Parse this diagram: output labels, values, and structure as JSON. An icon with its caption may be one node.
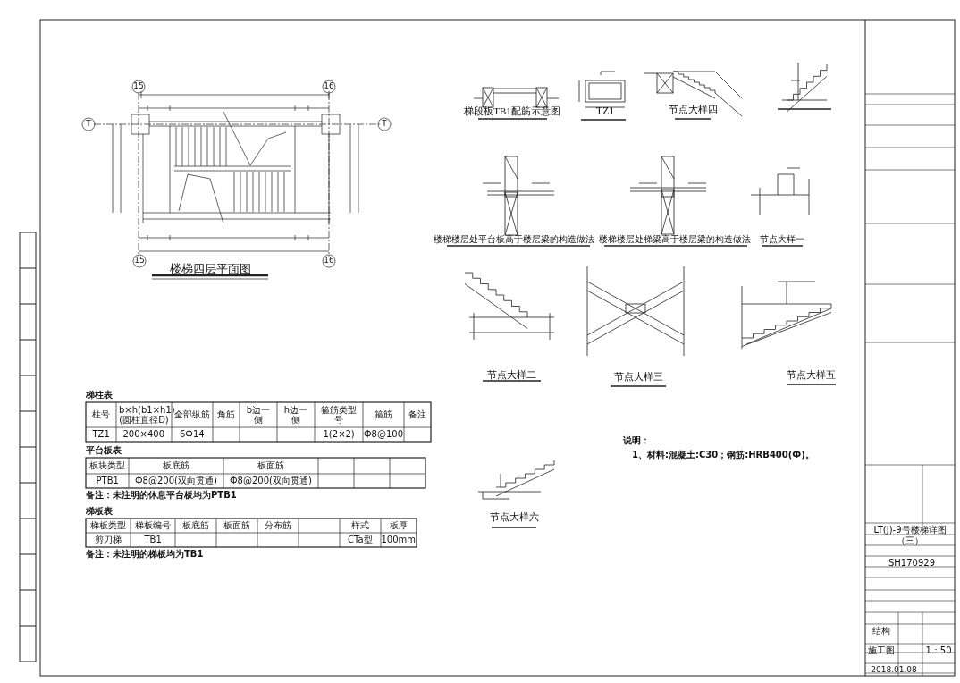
{
  "diagram": {
    "labels": [
      "15",
      "16",
      "T",
      "T",
      "15",
      "16",
      "楼梯四层平面图",
      "梯段板TB1配筋示意图",
      "TZ1",
      "节点大样四",
      "楼梯楼层处平台板高于楼层梁的构造做法",
      "楼梯楼层处梯梁高于楼层梁的构造做法",
      "节点大样一",
      "节点大样二",
      "节点大样三",
      "节点大样五",
      "节点大样六",
      "说明：",
      "1、材料:混凝土:C30；钢筋:HRB400(Ф)。",
      "梯柱表",
      "柱号",
      "全部纵筋",
      "角筋",
      "b边一侧",
      "h边一侧",
      "箍筋类型号",
      "箍筋",
      "备注",
      "b×h(b1×h1) (圆柱直径D)",
      "TZ1",
      "200×400",
      "6Ф14",
      "1(2×2)",
      "Ф8@100",
      "平台板表",
      "板块类型",
      "板底筋",
      "板面筋",
      "PTB1",
      "Ф8@200(双向贯通)",
      "Ф8@200(双向贯通)",
      "备注：未注明的休息平台板均为PTB1",
      "梯板表",
      "梯板类型",
      "梯板编号",
      "板底筋",
      "板面筋",
      "分布筋",
      "样式",
      "板厚",
      "剪刀梯",
      "TB1",
      "CTa型",
      "100mm",
      "备注：未注明的梯板均为TB1",
      "LT(J)-9号楼梯详图（三）",
      "SH170929",
      "结构",
      "施工图",
      "1：50",
      "2018.01.08"
    ]
  }
}
